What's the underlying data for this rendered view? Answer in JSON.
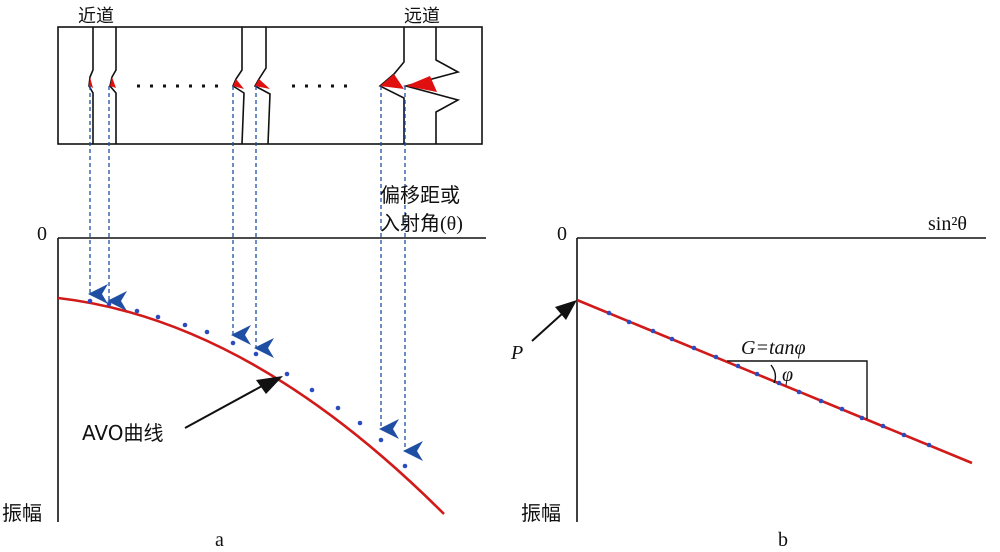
{
  "panel_a": {
    "near_label": "近道",
    "far_label": "远道",
    "x_axis_label_line1": "偏移距或",
    "x_axis_label_line2": "入射角(θ)",
    "origin_label": "0",
    "y_axis_label": "振幅",
    "curve_label": "AVO曲线",
    "caption": "a"
  },
  "panel_b": {
    "origin_label": "0",
    "x_axis_label": "sin²θ",
    "y_axis_label": "振幅",
    "intercept_label": "P",
    "gradient_label": "G=tanφ",
    "angle_label": "φ",
    "caption": "b"
  },
  "colors": {
    "curve": "#d11a1a",
    "arrow": "#1f4fa3",
    "points": "#2b4bbf",
    "trace_fill": "#e01010",
    "ink": "#111111"
  }
}
